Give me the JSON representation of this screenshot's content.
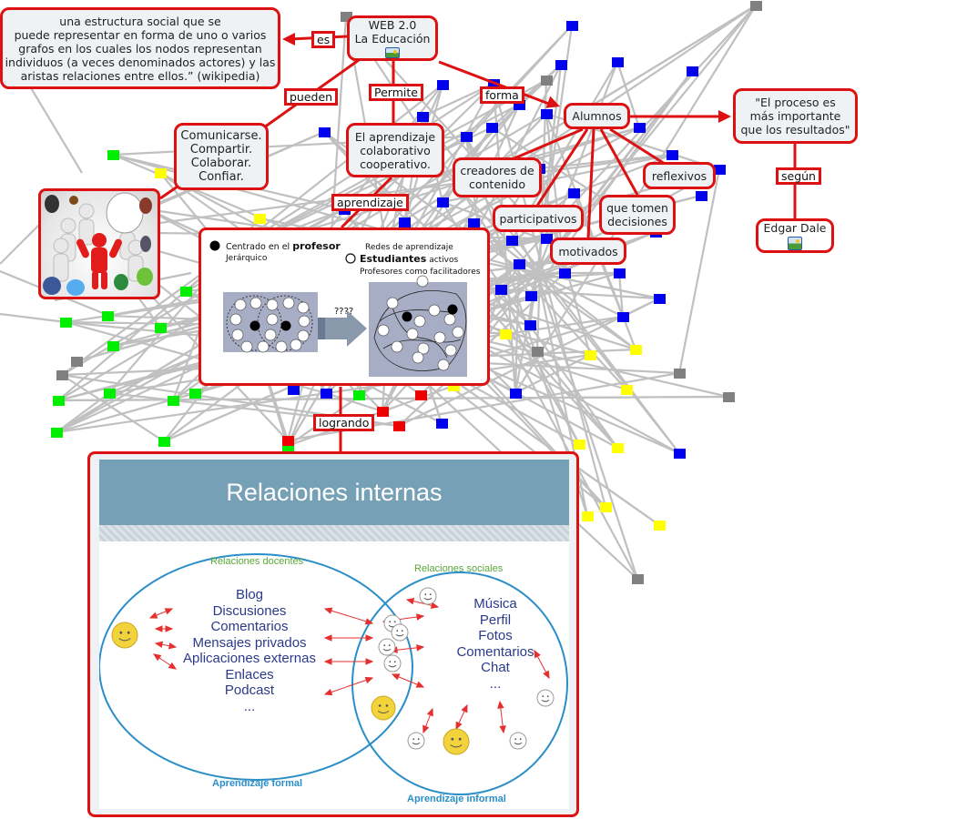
{
  "colors": {
    "accent": "#dd1111",
    "node_fill": "#eef2f5",
    "edge": "#c0c0c0",
    "net_blue": "#0000ee",
    "net_green": "#00ee00",
    "net_yellow": "#ffff00",
    "net_gray": "#808080",
    "net_red": "#ee0000"
  },
  "nodes": {
    "definition": [
      "una estructura social que se",
      "puede representar en forma de uno o varios",
      "grafos en los cuales los nodos representan",
      "individuos (a veces denominados actores) y las",
      "aristas relaciones entre ellos.” (wikipedia)"
    ],
    "web20": [
      "WEB 2.0",
      "La Educación"
    ],
    "communicate": [
      "Comunicarse.",
      "Compartir.",
      "Colaborar.",
      "Confiar."
    ],
    "collab": [
      "El aprendizaje",
      "colaborativo",
      "cooperativo."
    ],
    "alumnos": "Alumnos",
    "creadores": [
      "creadores de",
      "contenido"
    ],
    "participativos": "participativos",
    "motivados": "motivados",
    "decisiones": [
      "que tomen",
      "decisiones"
    ],
    "reflexivos": "reflexivos",
    "proceso": [
      "\"El proceso es",
      "más importante",
      "que los resultados\""
    ],
    "dale": "Edgar Dale"
  },
  "links": {
    "es": "es",
    "pueden": "pueden",
    "permite": "Permite",
    "forma": "forma",
    "aprendizaje": "aprendizaje",
    "logrando": "logrando",
    "segun": "según"
  },
  "edu_image": {
    "left_title_a": "Centrado en el ",
    "left_title_b": "profesor",
    "left_sub": "Jerárquico",
    "right_1": "Redes de aprendizaje",
    "right_2a": "Estudiantes",
    "right_2b": " activos",
    "right_3": "Profesores como facilitadores",
    "arrow_label": "????"
  },
  "slide": {
    "title": "Relaciones internas",
    "docentes_label": "Relaciones docentes",
    "sociales_label": "Relaciones sociales",
    "docentes_items": [
      "Blog",
      "Discusiones",
      "Comentarios",
      "Mensajes privados",
      "Aplicaciones externas",
      "Enlaces",
      "Podcast",
      "..."
    ],
    "sociales_items": [
      "Música",
      "Perfil",
      "Fotos",
      "Comentarios",
      "Chat",
      "..."
    ],
    "formal_label": "Aprendizaje formal",
    "informal_label": "Aprendizaje informal"
  }
}
